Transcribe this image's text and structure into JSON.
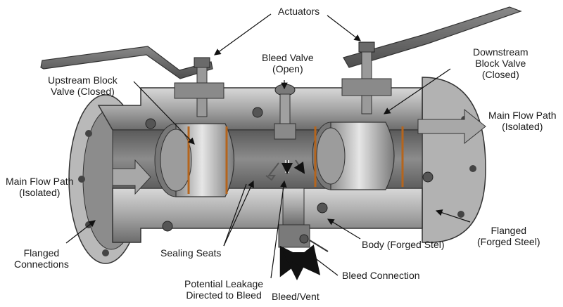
{
  "labels": {
    "actuators": "Actuators",
    "bleed_valve": [
      "Bleed Valve",
      "(Open)"
    ],
    "upstream_valve": [
      "Upstream Block",
      "Valve (Closed)"
    ],
    "downstream_valve": [
      "Downstream",
      "Block Valve",
      "(Closed)"
    ],
    "flow_left": [
      "Main Flow Path",
      "(Isolated)"
    ],
    "flow_right": [
      "Main Flow Path",
      "(Isolated)"
    ],
    "flanged_connections": [
      "Flanged",
      "Connections"
    ],
    "sealing_seats": "Sealing Seats",
    "potential_leakage": [
      "Potential Leakage",
      "Directed to Bleed"
    ],
    "bleed_vent": "Bleed/Vent",
    "bleed_connection": "Bleed Connection",
    "body": "Body (Forged Stel)",
    "flanged_right": [
      "Flanged",
      "(Forged Steel)"
    ]
  },
  "colors": {
    "metal_light": "#c4c4c4",
    "metal_mid": "#9a9a9a",
    "metal_dark": "#6e6e6e",
    "metal_darkest": "#4a4a4a",
    "seal_orange": "#b5651d",
    "outline": "#333333",
    "arrow_fill": "#a8a8a8"
  }
}
